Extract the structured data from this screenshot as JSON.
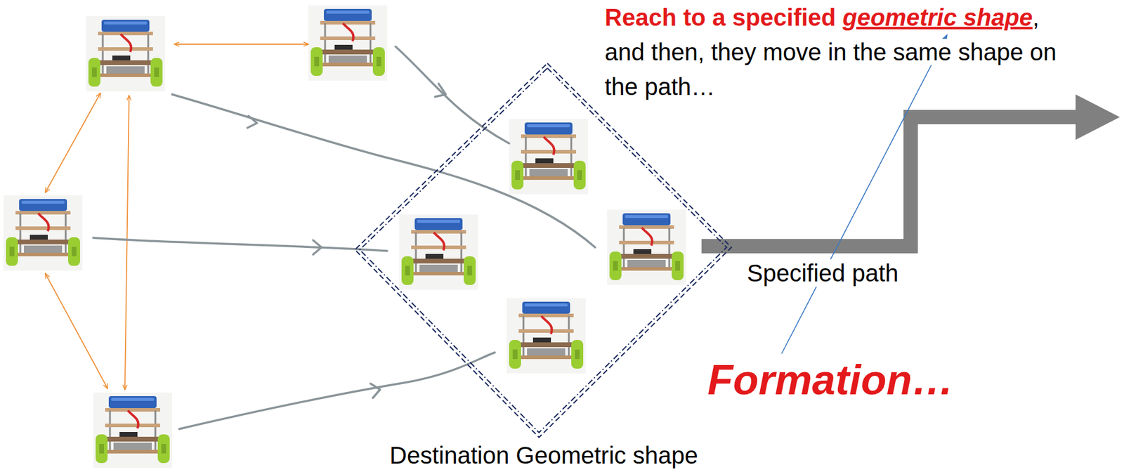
{
  "diagram": {
    "nodes": [
      {
        "text": [
          "Destination Geometric shape"
        ]
      }
    ],
    "labels": [
      "Reach to a specified",
      "geometric shape",
      ", and then, they move in the same shape on the path…",
      "Specified path",
      "Formation…"
    ]
  }
}
